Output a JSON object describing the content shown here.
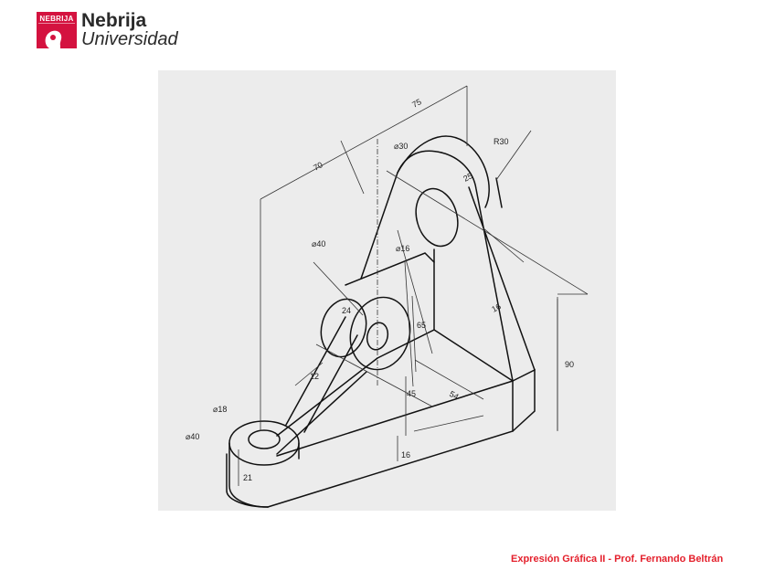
{
  "header": {
    "logo_mark_text": "NEBRIJA",
    "logo_line1": "Nebrija",
    "logo_line2": "Universidad"
  },
  "drawing": {
    "type": "isometric technical drawing",
    "dimensions": {
      "d75": "75",
      "d70": "70",
      "r30": "R30",
      "dia30": "⌀30",
      "d25": "25",
      "dia40_top": "⌀40",
      "dia16": "⌀16",
      "d24": "24",
      "d65": "65",
      "d16_rib": "16",
      "d90": "90",
      "d12": "12",
      "d45": "45",
      "d54": "54",
      "dia18": "⌀18",
      "dia40_base": "⌀40",
      "d16_base": "16",
      "d21": "21"
    }
  },
  "footer": {
    "text": "Expresión Gráfica II - Prof. Fernando Beltrán"
  },
  "colors": {
    "brand_red": "#d4123f",
    "footer_red": "#e4202c",
    "panel_gray": "#ececec"
  }
}
